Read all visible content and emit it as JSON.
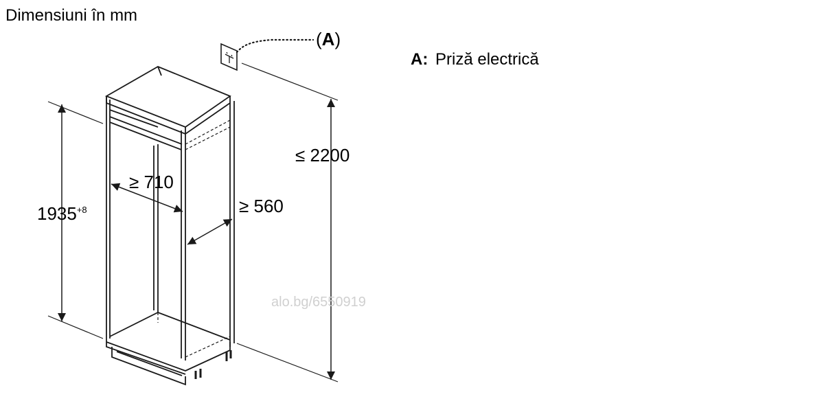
{
  "title": "Dimensiuni în mm",
  "legend": {
    "key": "A:",
    "text": "Priză electrică"
  },
  "callout_label": {
    "open": "(",
    "letter": "A",
    "close": ")"
  },
  "dimensions": {
    "height": "1935",
    "height_tolerance": "+8",
    "total_height": "≤ 2200",
    "width": "≥ 710",
    "depth": "≥ 560"
  },
  "watermark": "alo.bg/6550919",
  "icons": {
    "socket": "electrical-socket-icon"
  }
}
